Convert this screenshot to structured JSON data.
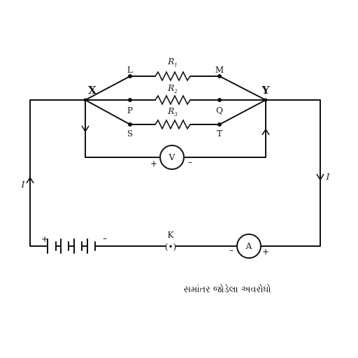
{
  "nodes": {
    "x": "X",
    "y": "Y",
    "l": "L",
    "m": "M",
    "p": "P",
    "q": "Q",
    "s": "S",
    "t": "T",
    "k": "K"
  },
  "resistors": [
    {
      "symbol": "R",
      "sub": "1"
    },
    {
      "symbol": "R",
      "sub": "2"
    },
    {
      "symbol": "R",
      "sub": "3"
    }
  ],
  "meters": {
    "voltmeter": "V",
    "ammeter": "A"
  },
  "current_label": "I",
  "signs": {
    "plus": "+",
    "minus": "–"
  },
  "key_symbol": "(•)",
  "caption": "સમાંતર જોડેલા અવરોધો"
}
